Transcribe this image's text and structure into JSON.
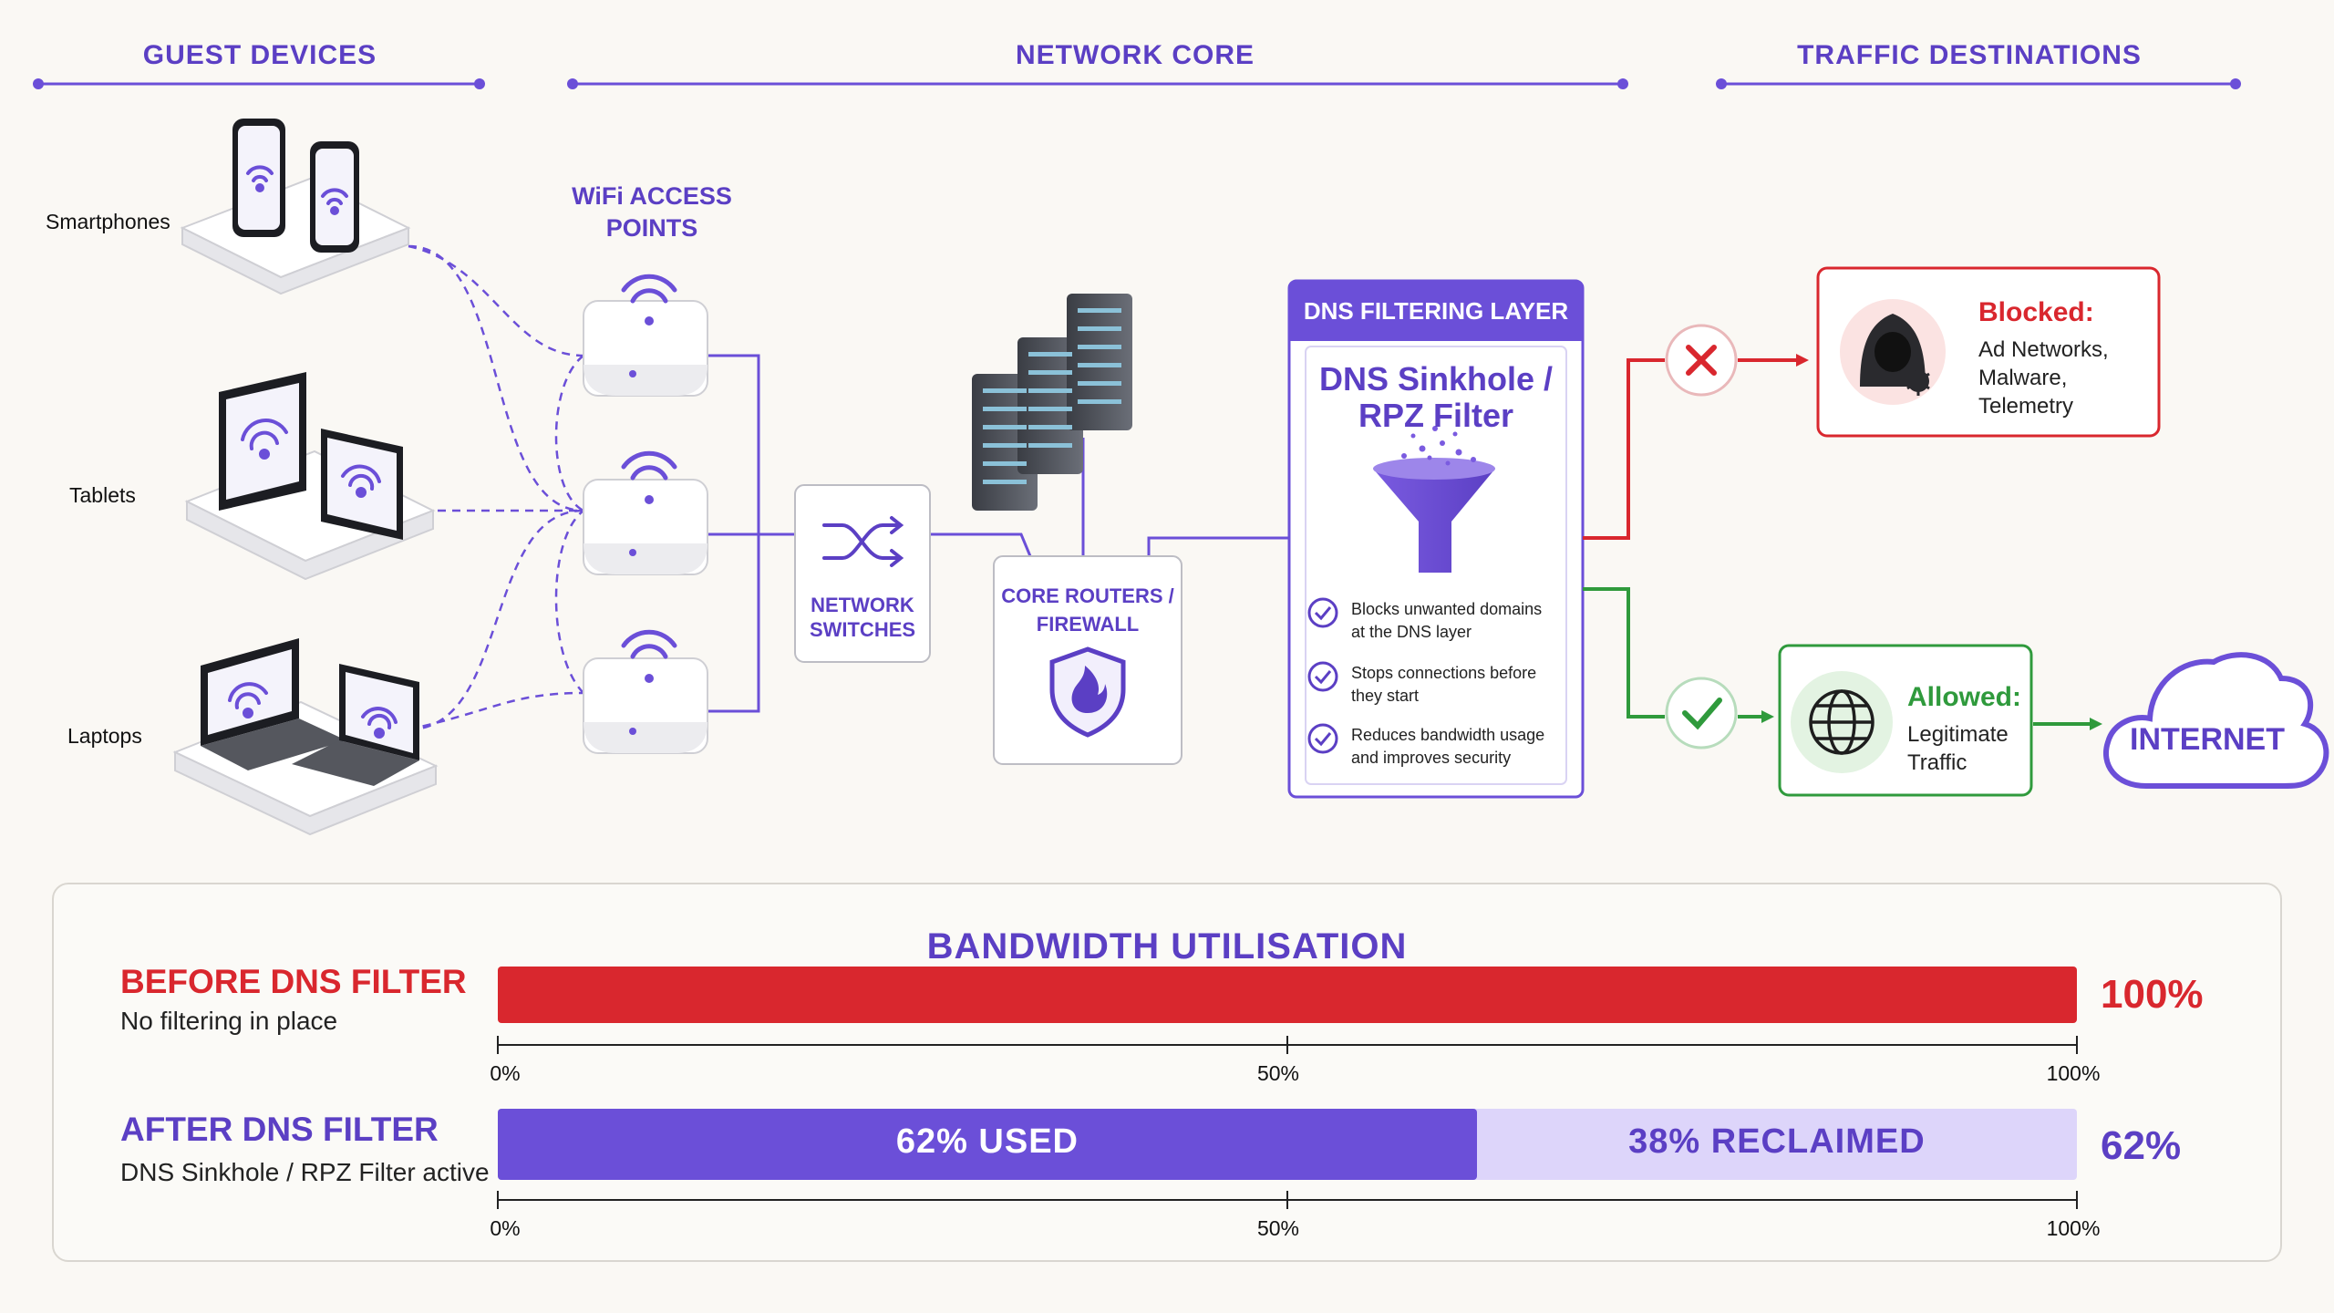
{
  "sections": {
    "guest_devices": "GUEST DEVICES",
    "network_core": "NETWORK CORE",
    "traffic_destinations": "TRAFFIC DESTINATIONS"
  },
  "devices": {
    "smartphones": "Smartphones",
    "tablets": "Tablets",
    "laptops": "Laptops"
  },
  "wifi_title": [
    "WiFi ACCESS",
    "POINTS"
  ],
  "switches_label": [
    "NETWORK",
    "SWITCHES"
  ],
  "router_label": [
    "CORE ROUTERS /",
    "FIREWALL"
  ],
  "dns": {
    "header": "DNS FILTERING LAYER",
    "title": [
      "DNS Sinkhole /",
      "RPZ Filter"
    ],
    "items": [
      [
        "Blocks unwanted domains",
        "at the DNS layer"
      ],
      [
        "Stops connections before",
        "they start"
      ],
      [
        "Reduces bandwidth usage",
        "and improves security"
      ]
    ]
  },
  "blocked": {
    "title": "Blocked:",
    "lines": [
      "Ad Networks,",
      "Malware,",
      "Telemetry"
    ]
  },
  "allowed": {
    "title": "Allowed:",
    "lines": [
      "Legitimate",
      "Traffic"
    ]
  },
  "internet": "INTERNET",
  "bandwidth": {
    "title": "BANDWIDTH UTILISATION",
    "before": {
      "head": "BEFORE DNS FILTER",
      "sub": "No filtering in place",
      "value": 100,
      "label": "100%"
    },
    "after": {
      "head": "AFTER DNS FILTER",
      "sub": "DNS Sinkhole / RPZ Filter active",
      "used": 62,
      "used_label": "62% USED",
      "reclaimed_label": "38% RECLAIMED",
      "label": "62%"
    },
    "ticks": [
      "0%",
      "50%",
      "100%"
    ]
  },
  "colors": {
    "accent": "#5b3fc4",
    "purple_bar": "#6b4fd8",
    "reclaimed": "#ddd5fa",
    "blocked": "#d9272e",
    "allowed": "#2f9a3c"
  },
  "icons": [
    "wifi-icon",
    "shuffle-icon",
    "shield-flame-icon",
    "funnel-icon",
    "check-circle-icon",
    "x-icon",
    "check-icon",
    "hacker-icon",
    "globe-icon",
    "cloud-icon",
    "server-rack-icon"
  ]
}
